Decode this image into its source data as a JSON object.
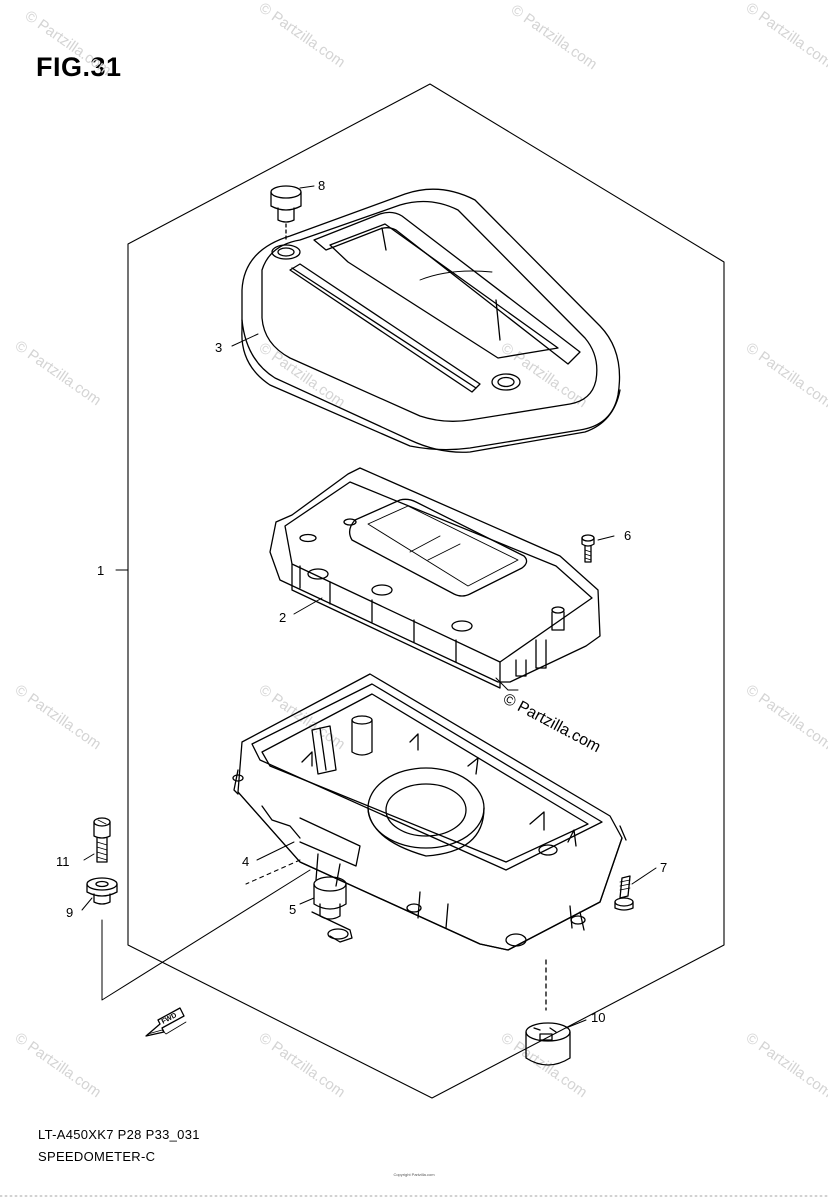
{
  "figure": {
    "title": "FIG.31",
    "code": "LT-A450XK7 P28 P33_031",
    "name": "SPEEDOMETER-C"
  },
  "watermark": {
    "text": "© Partzilla.com",
    "color": "#d4d4d4"
  },
  "direction_arrow_label": "FWD",
  "copyright_note": "Copyright Partzilla.com",
  "callouts": [
    {
      "number": "1",
      "part": "speedometer assembly"
    },
    {
      "number": "2",
      "part": "meter unit"
    },
    {
      "number": "3",
      "part": "upper case"
    },
    {
      "number": "4",
      "part": "lower case"
    },
    {
      "number": "5",
      "part": "cushion"
    },
    {
      "number": "6",
      "part": "screw"
    },
    {
      "number": "7",
      "part": "screw"
    },
    {
      "number": "8",
      "part": "cap"
    },
    {
      "number": "9",
      "part": "collar"
    },
    {
      "number": "10",
      "part": "cushion"
    },
    {
      "number": "11",
      "part": "bolt"
    }
  ],
  "colors": {
    "line": "#000000",
    "paper": "#ffffff"
  }
}
